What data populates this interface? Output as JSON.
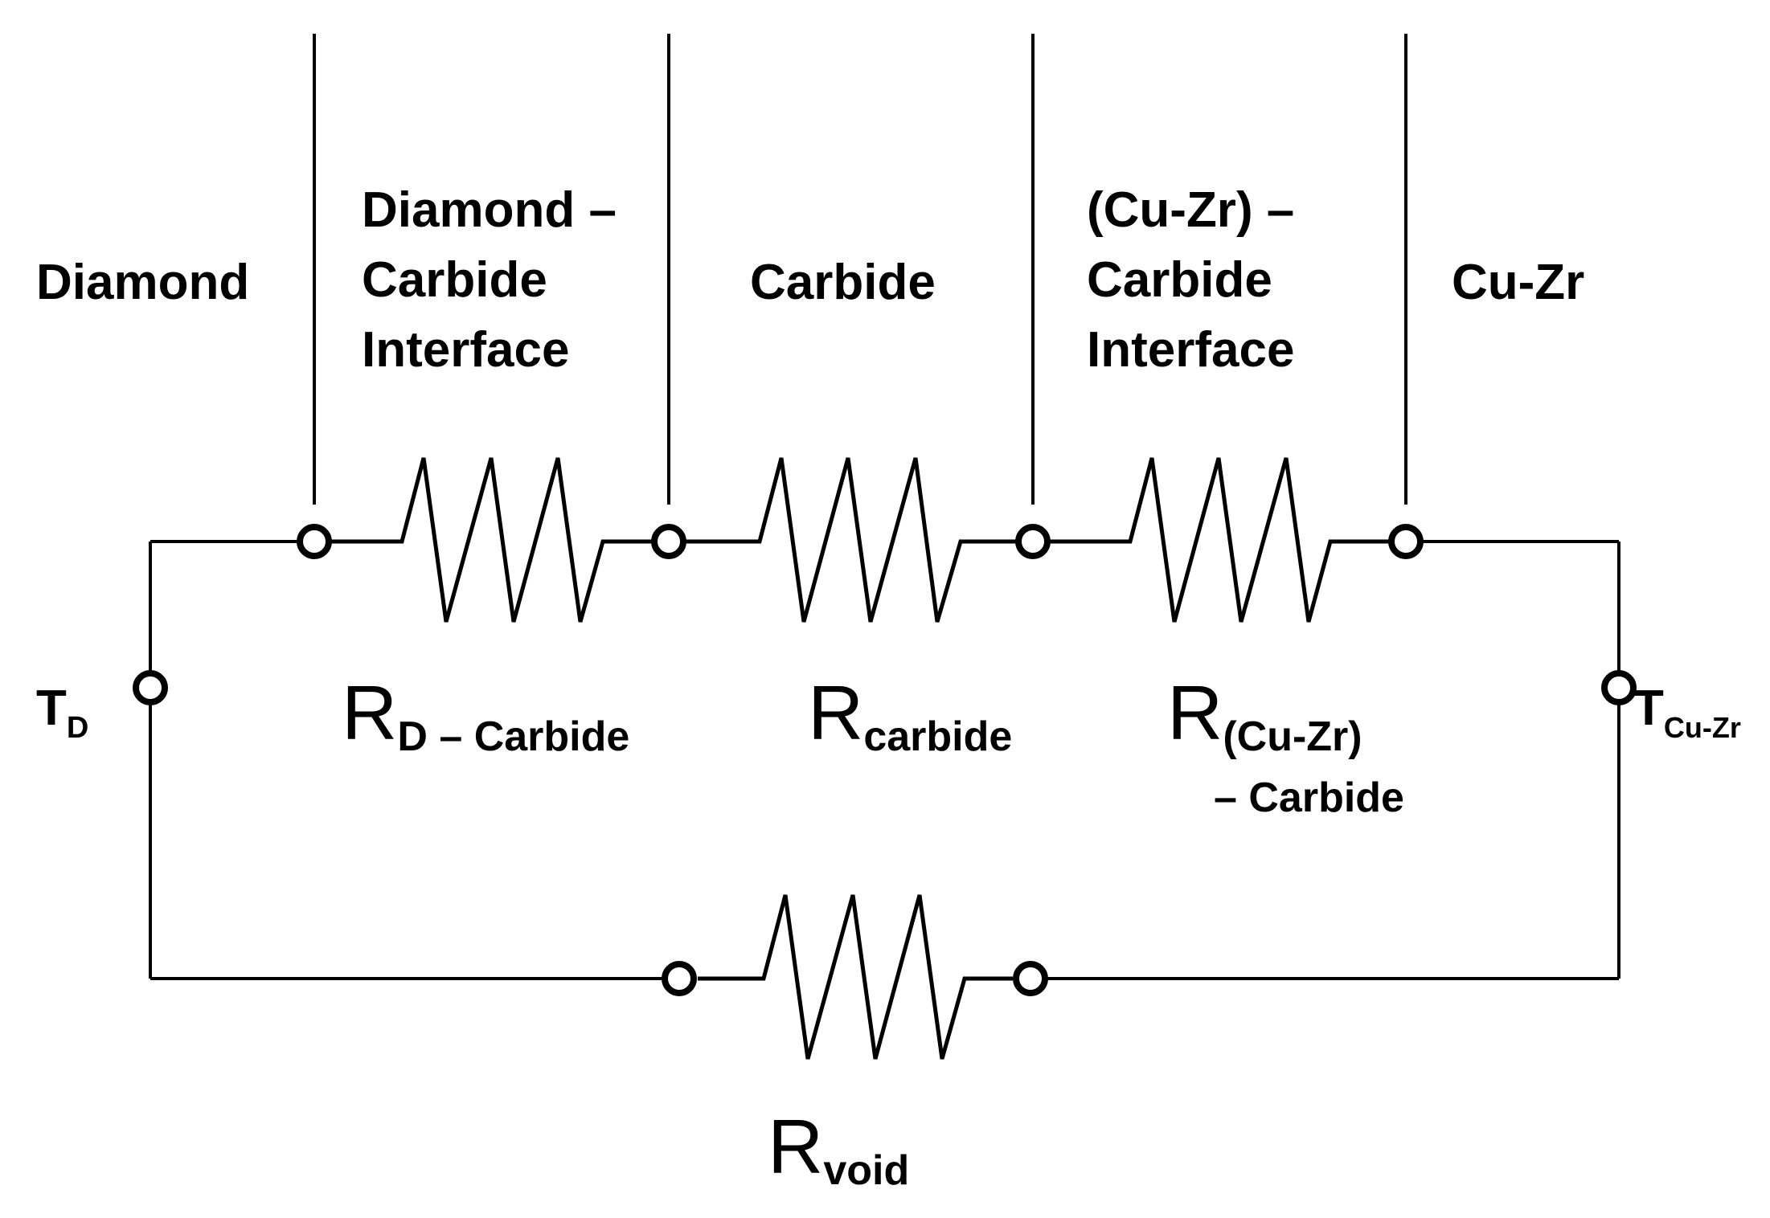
{
  "regions": {
    "diamond": "Diamond",
    "dc_interface": [
      "Diamond –",
      "Carbide",
      "Interface"
    ],
    "carbide": "Carbide",
    "cuzr_interface": [
      "(Cu-Zr) –",
      "Carbide",
      "Interface"
    ],
    "cuzr": "Cu-Zr"
  },
  "temperatures": {
    "left": {
      "main": "T",
      "sub": "D"
    },
    "right": {
      "main": "T",
      "sub": "Cu-Zr"
    }
  },
  "resistors": {
    "d_carbide": {
      "main": "R",
      "sub": "D – Carbide"
    },
    "carbide": {
      "main": "R",
      "sub": "carbide"
    },
    "cuzr_carbide": {
      "main": "R",
      "sub": "(Cu-Zr)",
      "sub2": "– Carbide"
    },
    "void": {
      "main": "R",
      "sub": "void"
    }
  }
}
